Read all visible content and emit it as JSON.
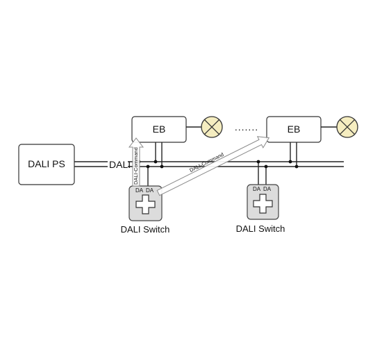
{
  "labels": {
    "power_supply": "DALI PS",
    "bus": "DALI",
    "ballast_1": "EB",
    "ballast_2": "EB",
    "ellipsis": ".......",
    "switch_1": "DALI Switch",
    "switch_2": "DALI Switch",
    "terminal_da": "DA",
    "command_1": "DALI-Command",
    "command_2": "DALI-Command"
  },
  "colors": {
    "line": "#222222",
    "box_border": "#333333",
    "switch_fill": "#dcdcdc",
    "lamp_fill": "#f5edc0",
    "arrow_fill": "#ffffff",
    "arrow_stroke": "#8a8a8a"
  },
  "icons": {
    "lamp": "lamp-cross-circle-icon",
    "switch": "plus-switch-icon",
    "command": "hollow-arrow-icon"
  }
}
